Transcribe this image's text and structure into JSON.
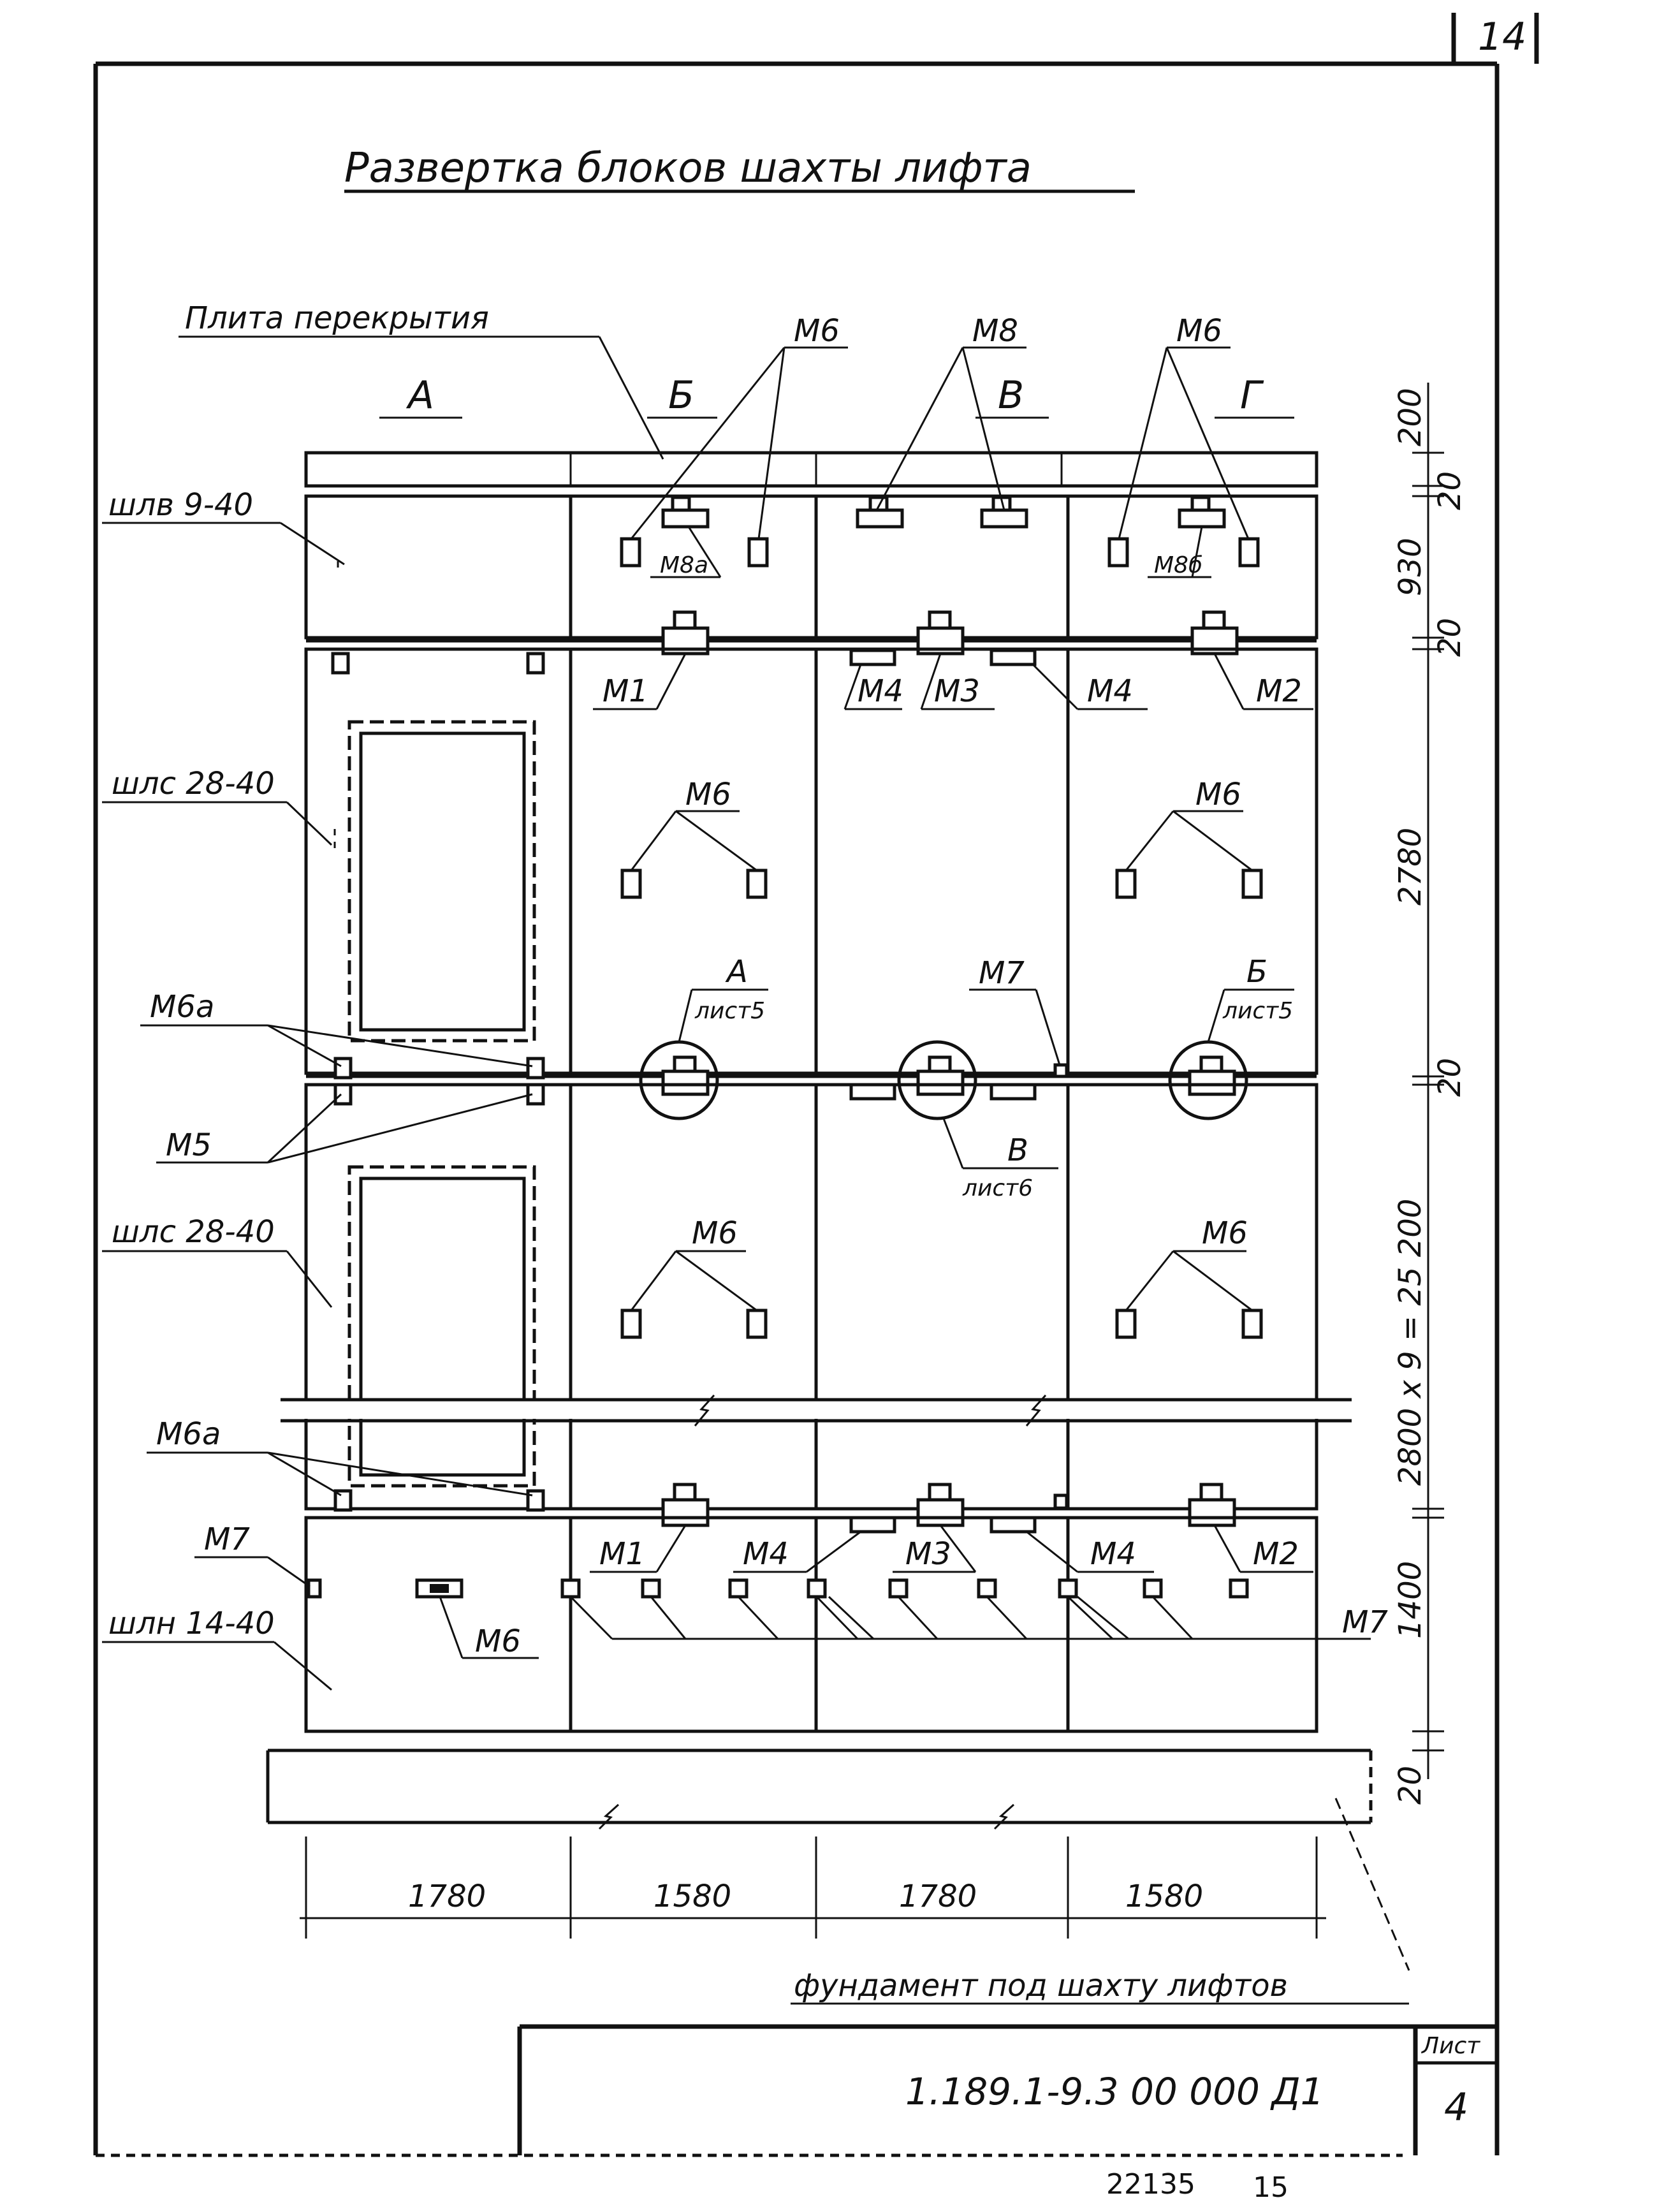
{
  "sheet_corner_number": "14",
  "title": "Развертка блоков шахты лифта",
  "labels": {
    "slab": "Плита перекрытия",
    "foundation": "фундамент под шахту лифтов"
  },
  "axes": [
    "А",
    "Б",
    "В",
    "Г"
  ],
  "blocks": {
    "top": "шлв 9-40",
    "wall1": "шлс 28-40",
    "wall2": "шлс 28-40",
    "bottom": "шлн 14-40"
  },
  "marks": {
    "m6": "М6",
    "m8": "М8",
    "m8a": "М8а",
    "m8b": "М8б",
    "m1": "М1",
    "m2": "М2",
    "m3": "М3",
    "m4": "М4",
    "m5": "М5",
    "m6a": "М6а",
    "m7": "М7",
    "m6_bottom": "М6"
  },
  "callouts": {
    "a_letter": "А",
    "a_sheet": "лист5",
    "b_letter": "Б",
    "b_sheet": "лист5",
    "v_letter": "В",
    "v_sheet": "лист6"
  },
  "dims_vertical": {
    "d200": "200",
    "d20a": "20",
    "d930": "930",
    "d20b": "20",
    "d2780": "2780",
    "d20c": "20",
    "drepeat": "2800 x 9 = 25 200",
    "d1400": "1400",
    "d20d": "20"
  },
  "dims_horizontal": [
    "1780",
    "1580",
    "1780",
    "1580"
  ],
  "stamp": {
    "code": "1.189.1-9.3   00 000   Д1",
    "sheet_label": "Лист",
    "sheet_no": "4"
  },
  "footer": {
    "doc_number": "22135",
    "page": "15"
  }
}
